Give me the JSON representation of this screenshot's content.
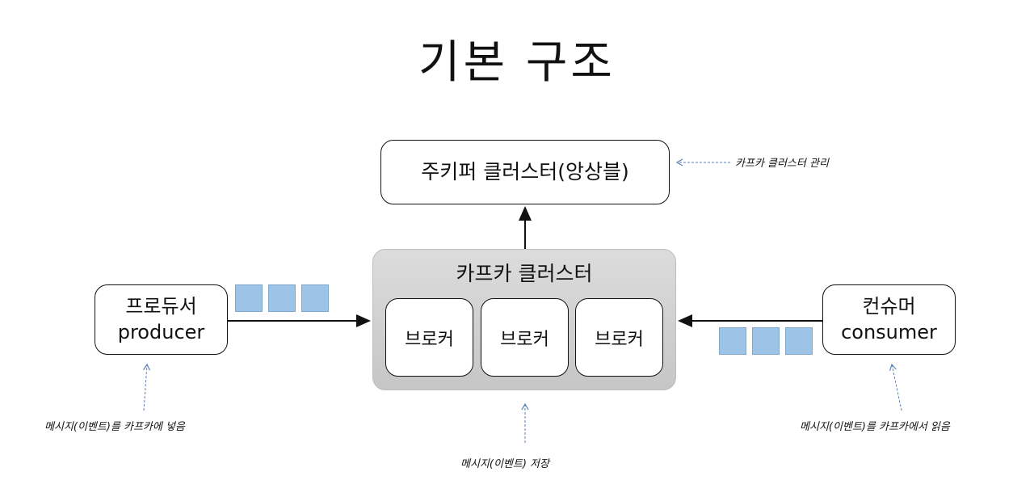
{
  "title": "기본 구조",
  "zookeeper": {
    "label": "주키퍼 클러스터(앙상블)",
    "note": "카프카 클러스터 관리"
  },
  "cluster": {
    "label": "카프카 클러스터",
    "brokers": [
      "브로커",
      "브로커",
      "브로커"
    ],
    "note": "메시지(이벤트) 저장"
  },
  "producer": {
    "label_ko": "프로듀서",
    "label_en": "producer",
    "note": "메시지(이벤트)를 카프카에 넣음"
  },
  "consumer": {
    "label_ko": "컨슈머",
    "label_en": "consumer",
    "note": "메시지(이벤트)를 카프카에서 읽음"
  },
  "colors": {
    "message": "#9dc3e6",
    "cluster_bg": "#d0d0d0",
    "note_arrow": "#5b7fb8"
  }
}
